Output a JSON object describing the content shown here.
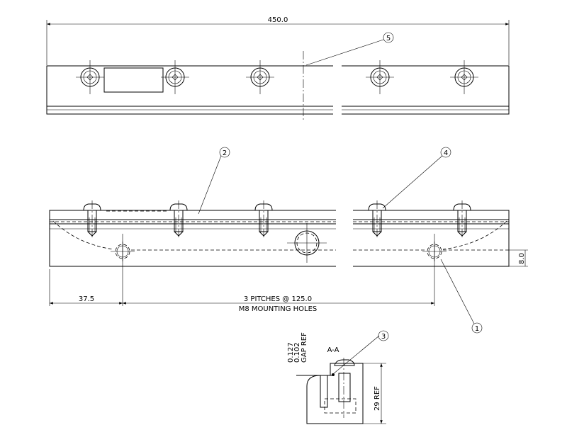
{
  "drawing": {
    "top_view": {
      "overall_length": "450.0",
      "balloon_5": "5"
    },
    "front_view": {
      "balloon_1": "1",
      "balloon_2": "2",
      "balloon_4": "4",
      "end_offset": "37.5",
      "pitch_note": "3 PITCHES @ 125.0",
      "hole_note": "M8 MOUNTING HOLES",
      "height_dim": "8.0"
    },
    "section": {
      "label": "A-A",
      "balloon_3": "3",
      "gap_upper": "0.127",
      "gap_lower": "0.102",
      "gap_label": "GAP REF",
      "height_ref": "29 REF"
    }
  }
}
